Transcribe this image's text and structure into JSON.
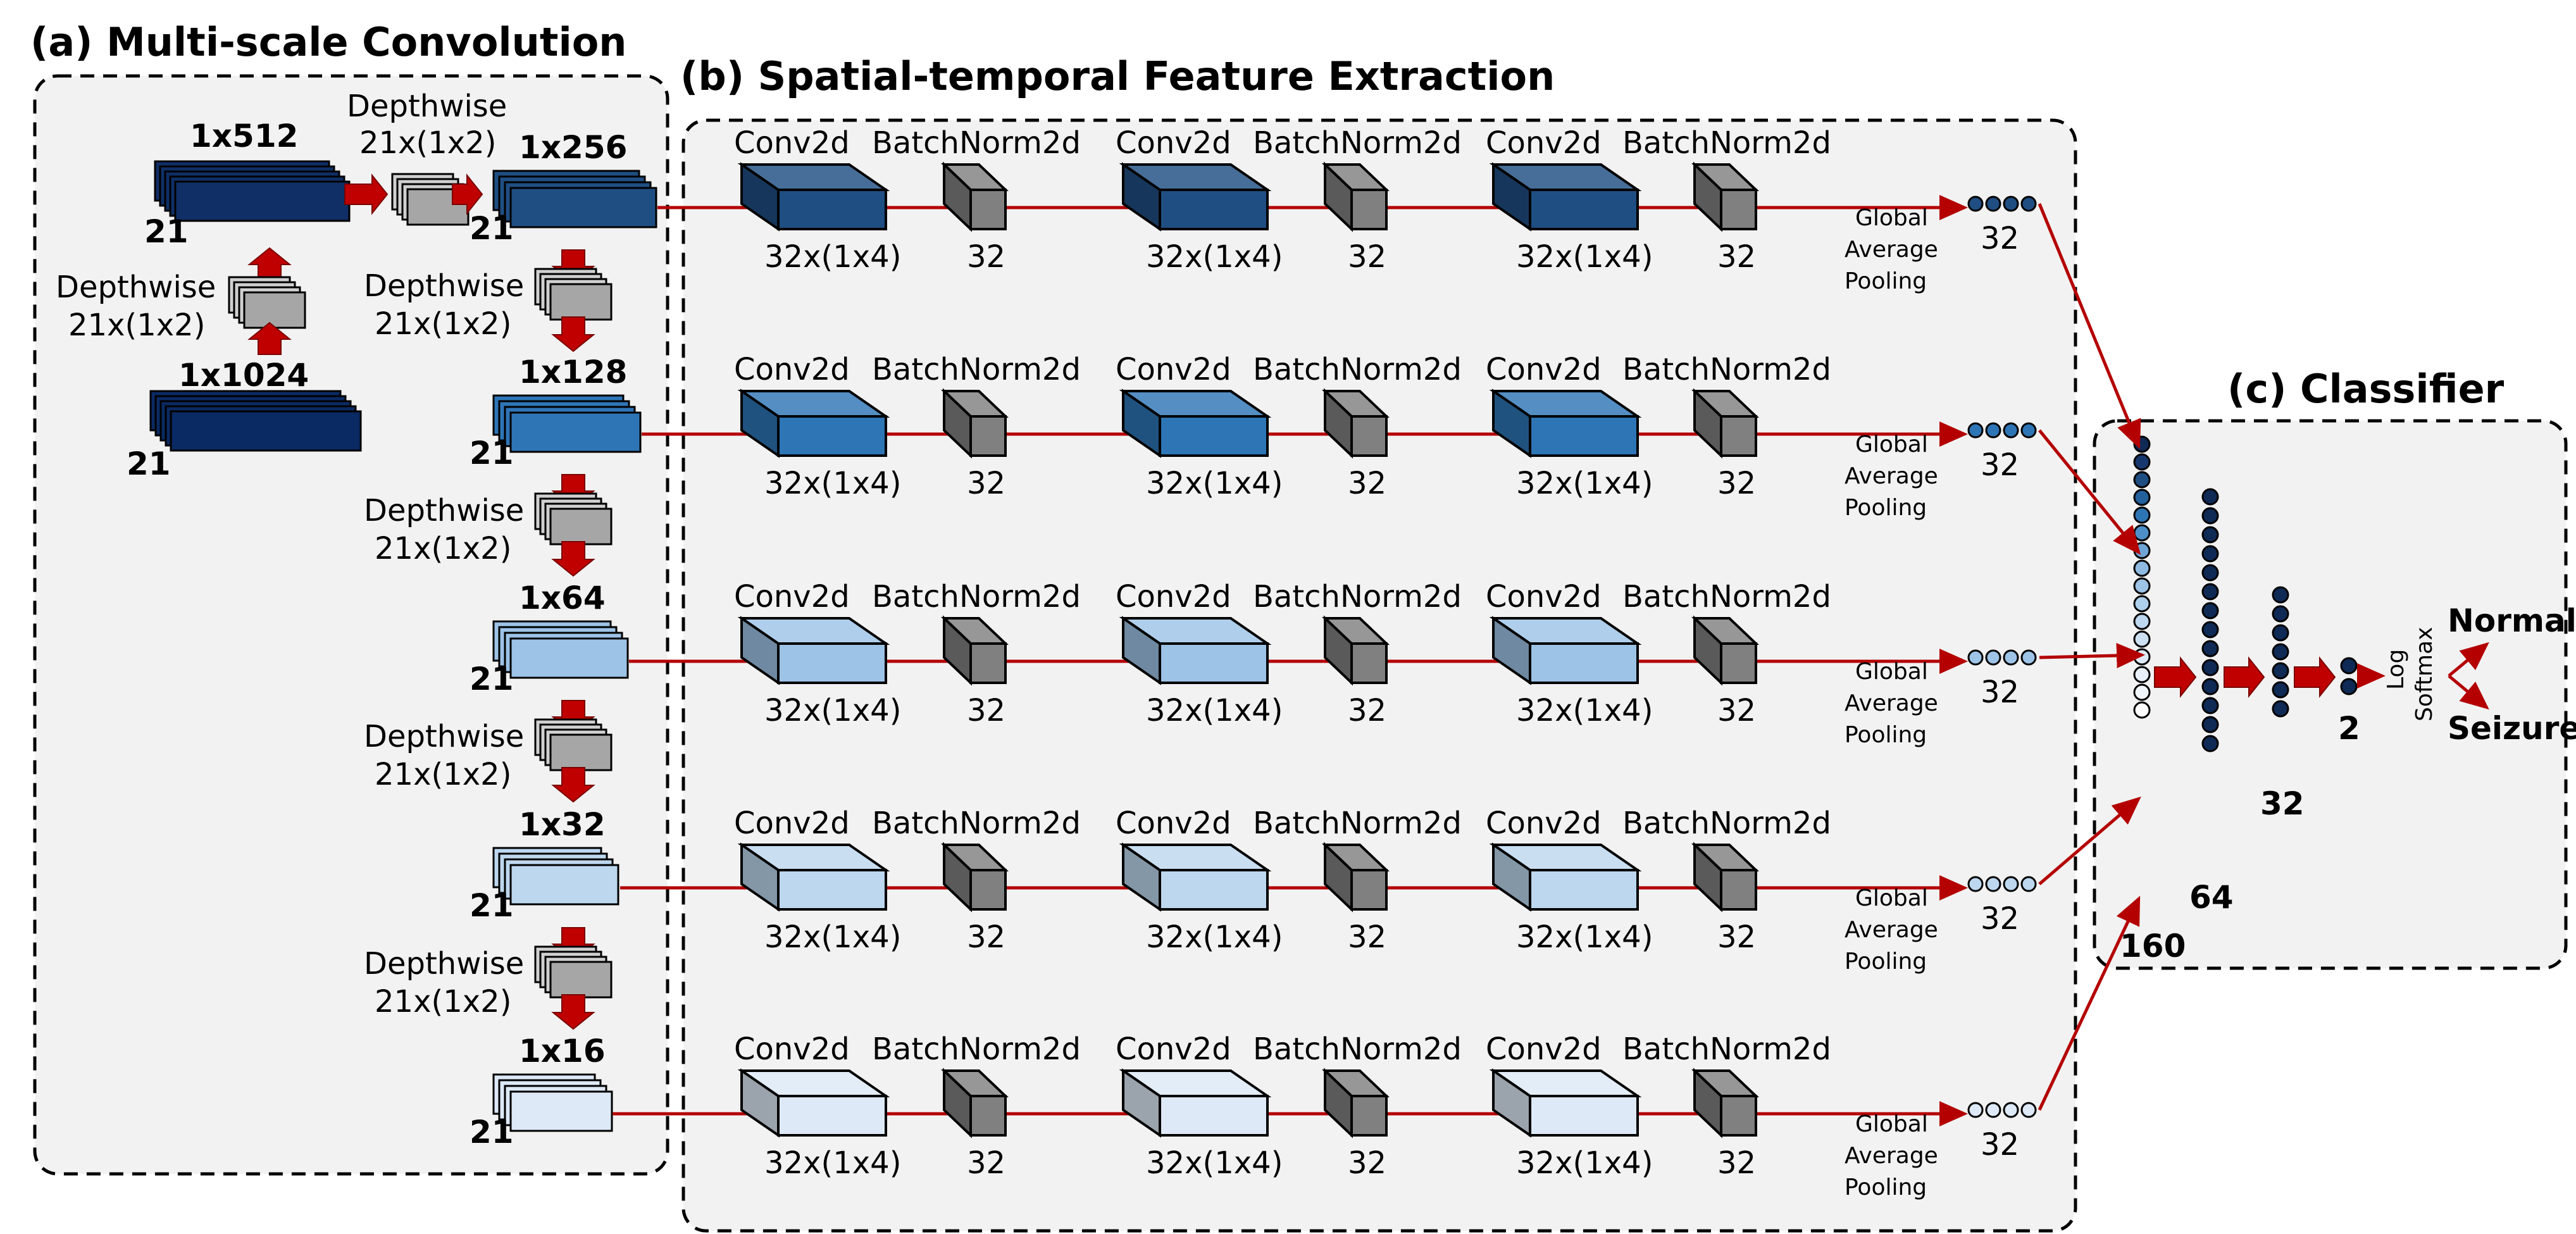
{
  "panels": {
    "a_title": "(a) Multi-scale Convolution",
    "b_title": "(b) Spatial-temporal Feature Extraction",
    "c_title": "(c) Classifier"
  },
  "multiscale": {
    "top_label": "1x512",
    "top_channels": "21",
    "bottom_label": "1x1024",
    "bottom_channels": "21",
    "dw_line1": "Depthwise",
    "dw_line2": "21x(1x2)",
    "scales": [
      {
        "label": "1x256",
        "channels": "21",
        "color": "#1f4e82"
      },
      {
        "label": "1x128",
        "channels": "21",
        "color": "#2e75b6"
      },
      {
        "label": "1x64",
        "channels": "21",
        "color": "#9dc3e6"
      },
      {
        "label": "1x32",
        "channels": "21",
        "color": "#bdd7ee"
      },
      {
        "label": "1x16",
        "channels": "21",
        "color": "#dde9f7"
      }
    ]
  },
  "feature": {
    "conv_title": "Conv2d",
    "conv_dims": "32x(1x4)",
    "bn_title": "BatchNorm2d",
    "bn_dims": "32",
    "gap_line1": "Global",
    "gap_line2": "Average",
    "gap_line3": "Pooling",
    "gap_size": "32"
  },
  "classifier": {
    "layer_sizes": [
      "160",
      "64",
      "32",
      "2"
    ],
    "activation_line1": "Log",
    "activation_line2": "Softmax",
    "out_normal": "Normal",
    "out_seizure": "Seizure"
  },
  "colors": {
    "arrow": "#b40000",
    "neuron": "#0e2a55",
    "panel_bg": "#f2f2f2"
  }
}
